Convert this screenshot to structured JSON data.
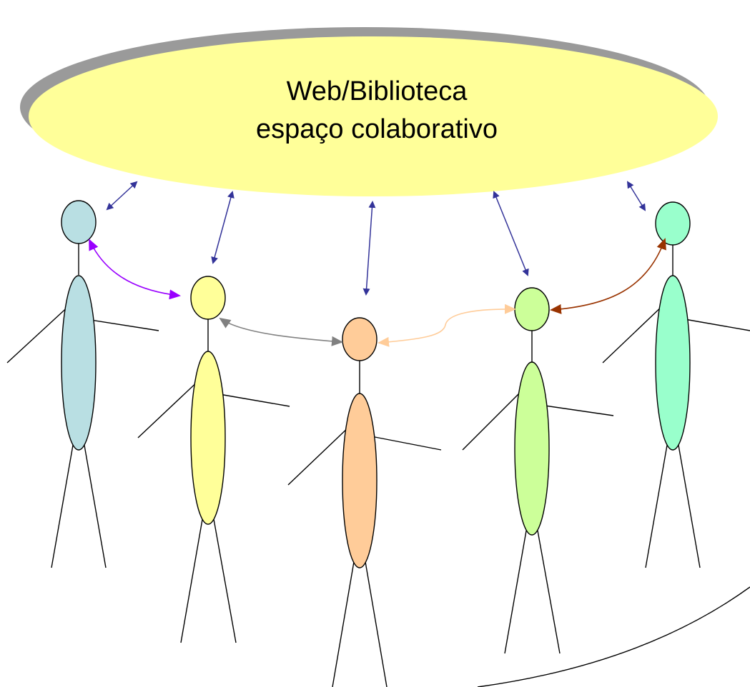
{
  "space": {
    "line1": "Web/Biblioteca",
    "line2": "espaço colaborativo",
    "fill": "#ffff99",
    "shadow": "#9a9a9a"
  },
  "colors": {
    "web_arrow": "#333399",
    "outline": "#000000"
  },
  "people": [
    {
      "id": "person-1",
      "color": "#b9dfe3"
    },
    {
      "id": "person-2",
      "color": "#ffff99"
    },
    {
      "id": "person-3",
      "color": "#ffcc99"
    },
    {
      "id": "person-4",
      "color": "#ccff99"
    },
    {
      "id": "person-5",
      "color": "#99ffcc"
    }
  ],
  "peer_links": [
    {
      "id": "link-1-2",
      "color": "#9900ff"
    },
    {
      "id": "link-2-3",
      "color": "#808080"
    },
    {
      "id": "link-3-4",
      "color": "#ffcc99"
    },
    {
      "id": "link-4-5",
      "color": "#993300"
    }
  ]
}
